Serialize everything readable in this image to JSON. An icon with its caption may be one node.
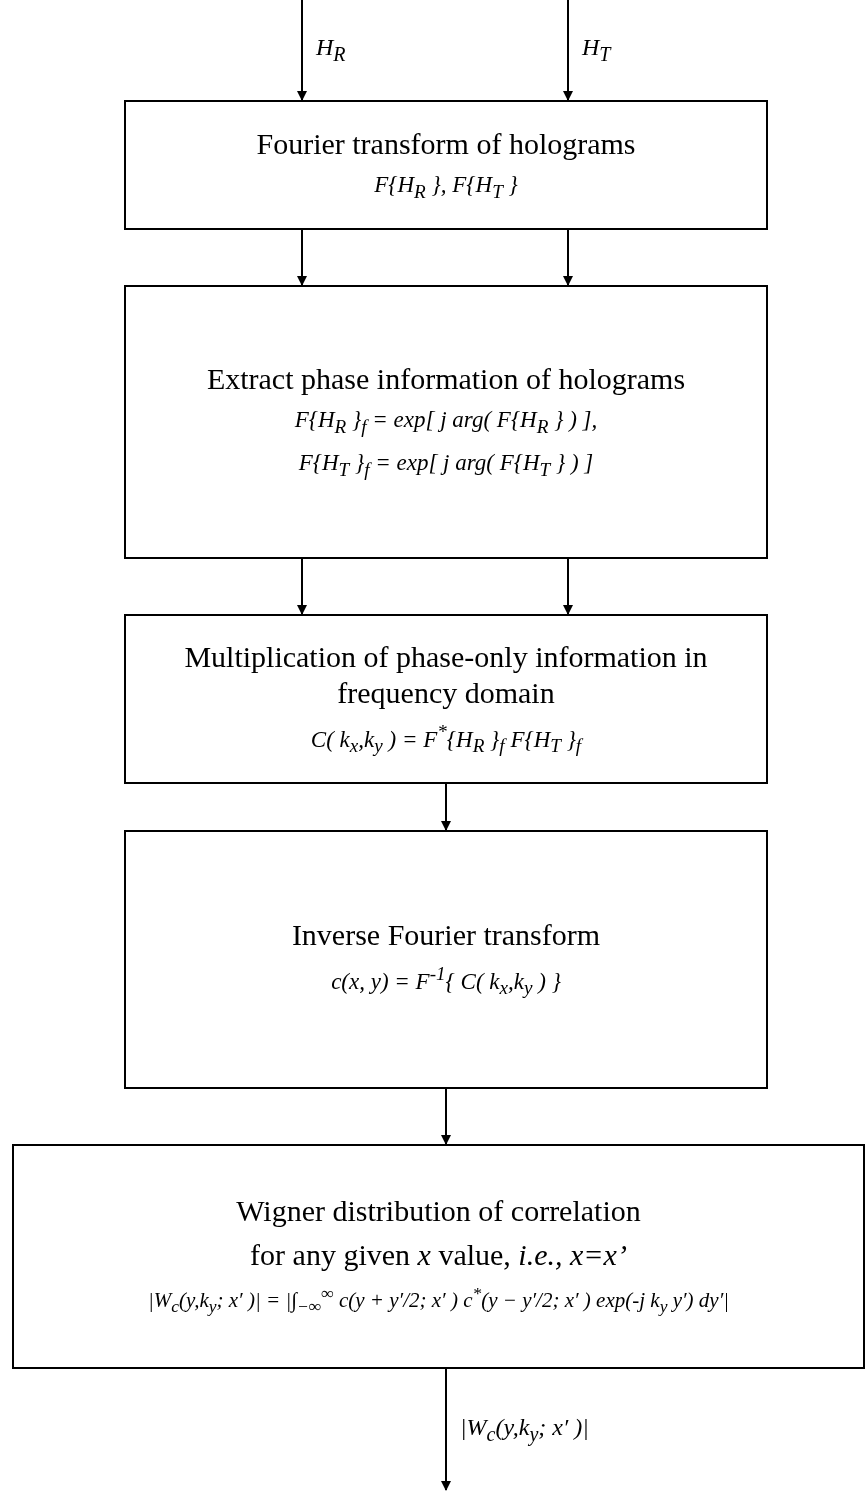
{
  "diagram": {
    "nodes": [
      {
        "text": [
          "Fourier transform of holograms",
          "F{H$_{R}$ }, F{H$_{T}$ }"
        ]
      },
      {
        "text": [
          "Extract phase information of holograms",
          "F{H$_{R}$ }$_{f}$ = exp[ j arg( F{H$_{R}$ } ) ],",
          "F{H$_{T}$ }$_{f}$ = exp[ j arg( F{H$_{T}$ } ) ]"
        ]
      },
      {
        "text": [
          "Multiplication of phase-only information in frequency domain",
          "C( k$_{x}$,k$_{y}$ ) = F$^{*}${H$_{R}$ }$_{f}$ F{H$_{T}$ }$_{f}$"
        ]
      },
      {
        "text": [
          "Inverse Fourier transform",
          "c(x, y) = F$^{-1}${ C( k$_{x}$,k$_{y}$ ) }"
        ]
      },
      {
        "text": [
          "Wigner distribution of correlation",
          "for any given *x* value, *i.e., x=x’*",
          "|W$_{c}$(y,k$_{y}$; x′ )| = |∫$_{−∞}$$^{∞}$ c(y + y′/2; x′ ) c$^{*}$(y − y′/2; x′ ) exp(-j k$_{y}$ y′) dy′|"
        ]
      }
    ],
    "edges": [
      {
        "from": null,
        "to": 0,
        "arrow": "to",
        "label": "H$_{R}$"
      },
      {
        "from": null,
        "to": 0,
        "arrow": "to",
        "label": "H$_{T}$"
      },
      {
        "from": 0,
        "to": 1,
        "arrow": "to"
      },
      {
        "from": 0,
        "to": 1,
        "arrow": "to"
      },
      {
        "from": 1,
        "to": 2,
        "arrow": "to"
      },
      {
        "from": 1,
        "to": 2,
        "arrow": "to"
      },
      {
        "from": 2,
        "to": 3,
        "arrow": "to"
      },
      {
        "from": 3,
        "to": 4,
        "arrow": "to"
      },
      {
        "from": 4,
        "to": null,
        "arrow": "to",
        "label": "|W$_{c}$(y,k$_{y}$; x′ )|"
      }
    ]
  }
}
